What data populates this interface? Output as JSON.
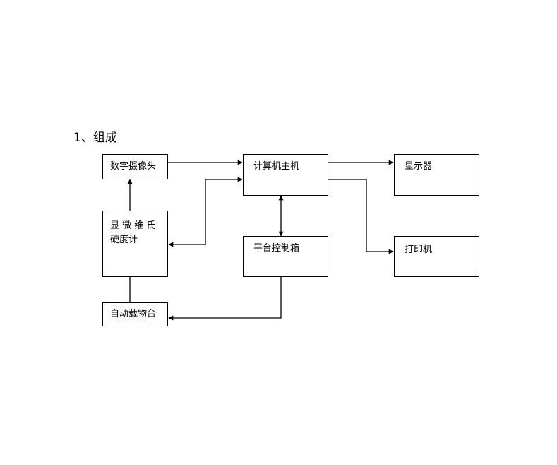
{
  "section": {
    "number": "1、",
    "title": "组成"
  },
  "blocks": {
    "camera": "数字摄像头",
    "host": "计算机主机",
    "display": "显示器",
    "tester_line1": "显 微 维 氏",
    "tester_line2": "硬度计",
    "controller": "平台控制箱",
    "printer": "打印机",
    "stage": "自动载物台"
  },
  "colors": {
    "line": "#000000",
    "background": "#ffffff"
  }
}
